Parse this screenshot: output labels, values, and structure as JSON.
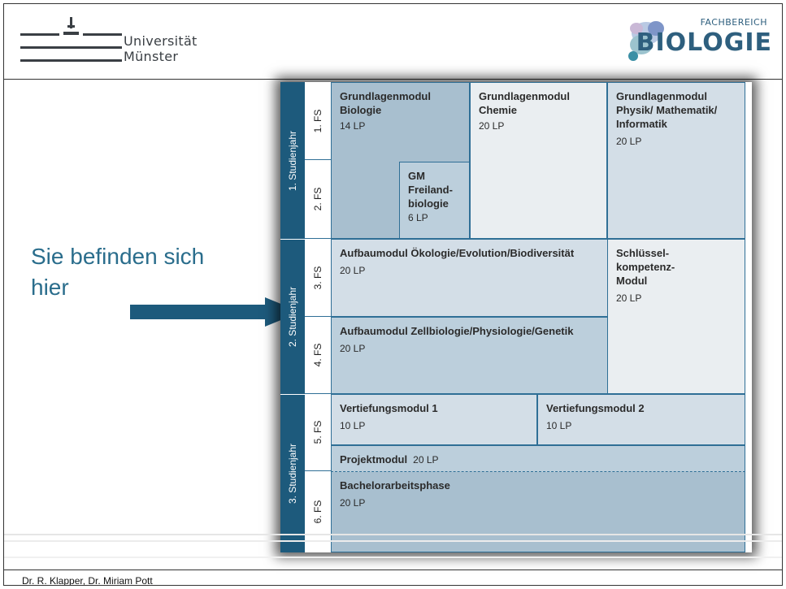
{
  "header": {
    "university_line1": "Universität",
    "university_line2": "Münster",
    "faculty_small": "FACHBEREICH",
    "faculty_big": "BIOLOGIE"
  },
  "caption": "Sie befinden sich hier",
  "footer": "Dr. R. Klapper, Dr. Miriam Pott",
  "plan": {
    "years": [
      "1. Studienjahr",
      "2. Studienjahr",
      "3. Studienjahr"
    ],
    "semesters": [
      "1. FS",
      "2. FS",
      "3. FS",
      "4. FS",
      "5. FS",
      "6. FS"
    ],
    "modules": {
      "biologie": {
        "title": "Grundlagenmodul Biologie",
        "lp": "14 LP"
      },
      "chemie": {
        "title": "Grundlagenmodul Chemie",
        "lp": "20 LP"
      },
      "physik": {
        "title": "Grundlagenmodul Physik/ Mathematik/ Informatik",
        "lp": "20 LP"
      },
      "freiland": {
        "title": "GM Freiland-biologie",
        "lp": "6 LP"
      },
      "oekologie": {
        "title": "Aufbaumodul Ökologie/Evolution/Biodiversität",
        "lp": "20 LP"
      },
      "schluessel": {
        "title": "Schlüssel-kompetenz-Modul",
        "lp": "20 LP"
      },
      "zellbiologie": {
        "title": "Aufbaumodul Zellbiologie/Physiologie/Genetik",
        "lp": "20 LP"
      },
      "vertiefung1": {
        "title": "Vertiefungsmodul 1",
        "lp": "10 LP"
      },
      "vertiefung2": {
        "title": "Vertiefungsmodul 2",
        "lp": "10 LP"
      },
      "projekt": {
        "title": "Projektmodul",
        "lp": "20 LP"
      },
      "bachelor": {
        "title": "Bachelorarbeitsphase",
        "lp": "20 LP"
      }
    }
  }
}
